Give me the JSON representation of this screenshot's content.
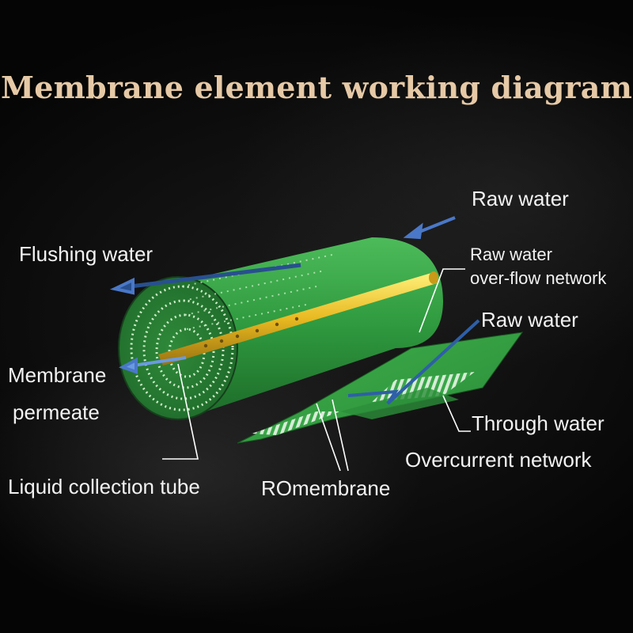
{
  "title": "Membrane element working diagram",
  "labels": {
    "raw_water_top": "Raw water",
    "flushing_water": "Flushing water",
    "overflow_network_1": "Raw water",
    "overflow_network_2": "over-flow network",
    "raw_water_mid": "Raw water",
    "membrane_permeate_1": "Membrane",
    "membrane_permeate_2": "permeate",
    "through_water": "Through water",
    "overcurrent_network": "Overcurrent network",
    "liquid_collection_tube": "Liquid collection tube",
    "ro_membrane": "ROmembrane"
  },
  "colors": {
    "membrane_green": "#3aa84a",
    "tube_yellow": "#e8b820",
    "arrow_blue": "#4a78c8",
    "title_gold": "#e6c9a6"
  }
}
